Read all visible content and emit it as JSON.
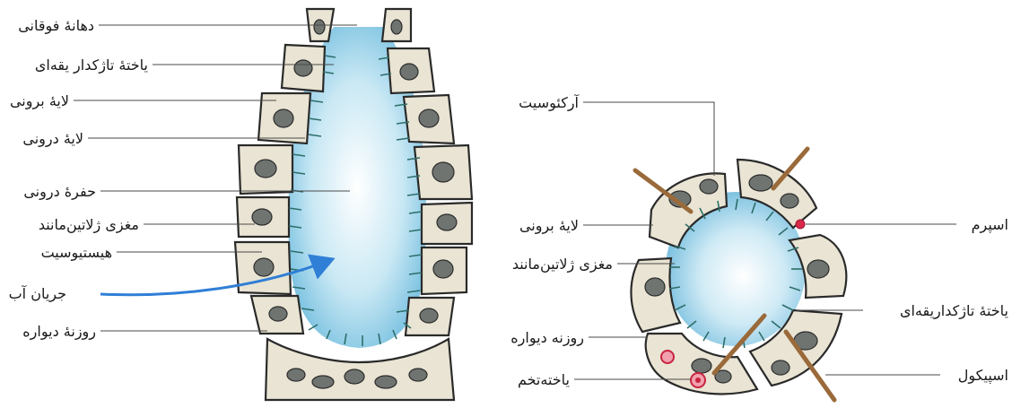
{
  "left_labels": {
    "osculum": "دهانهٔ فوقانی",
    "choanocyte": "یاختهٔ تاژکدار یقه‌ای",
    "outer_layer": "لایهٔ برونی",
    "inner_layer": "لایهٔ درونی",
    "cavity": "حفرهٔ درونی",
    "mesohyl": "مغزی ژلاتین‌مانند",
    "histiocyte": "هیستیوسیت",
    "water_flow": "جریان آب",
    "ostium": "روزنهٔ دیواره"
  },
  "right_labels": {
    "archaeocyte": "آرکئوسیت",
    "outer_layer": "لایهٔ برونی",
    "mesohyl": "مغزی ژلاتین‌مانند",
    "ostium": "روزنه دیواره",
    "egg": "یاخته‌تخم",
    "sperm": "اسپرم",
    "choanocyte": "یاختهٔ تاژکداریقه‌ای",
    "spicule": "اسپیکول"
  },
  "colors": {
    "cavity_blue": "#8ccbe6",
    "water_arrow": "#2f7fd6",
    "spicule_brown": "#9a6a3a",
    "sperm_red": "#d8294a"
  }
}
